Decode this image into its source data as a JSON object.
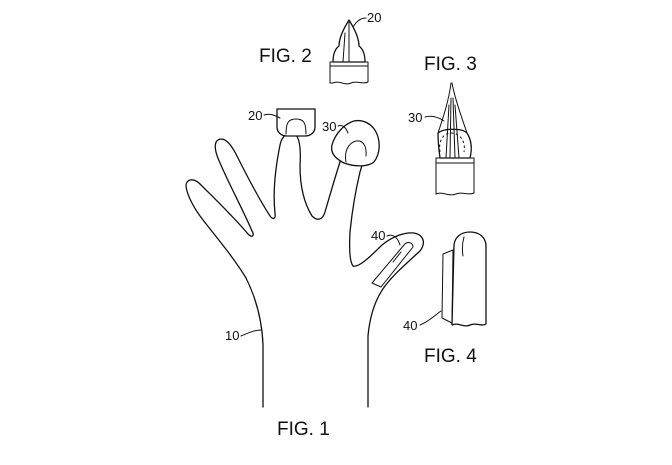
{
  "figures": {
    "fig1": "FIG. 1",
    "fig2": "FIG. 2",
    "fig3": "FIG. 3",
    "fig4": "FIG. 4"
  },
  "references": {
    "hand": "10",
    "thumb_tip_fig2": "20",
    "fingertip_on_hand": "20",
    "ring_tip_on_hand": "30",
    "tip_fig3": "30",
    "sleeve_on_hand": "40",
    "sleeve_fig4": "40"
  }
}
